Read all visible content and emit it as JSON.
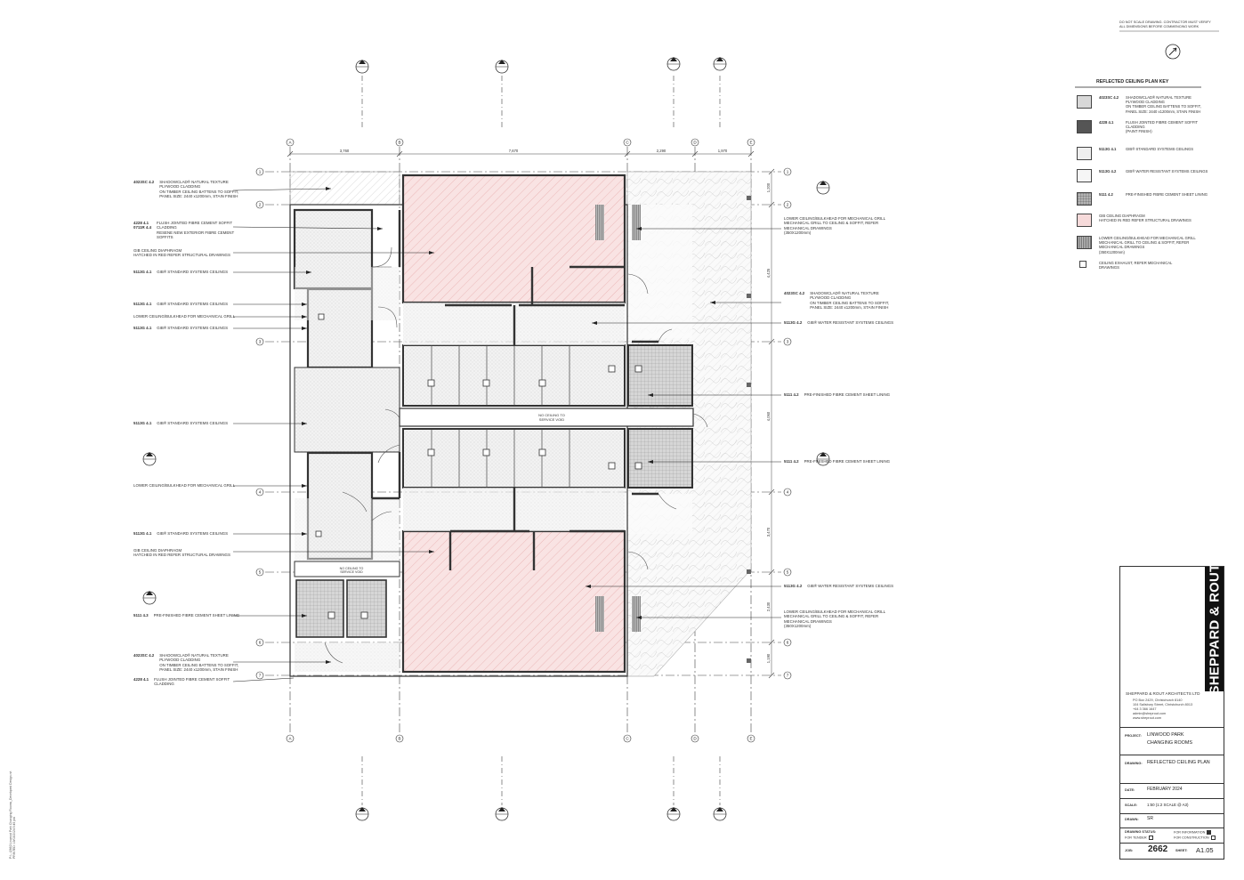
{
  "disclaimer": "DO NOT SCALE DRAWING. CONTRACTOR MUST VERIFY\nALL DIMENSIONS BEFORE COMMENCING WORK",
  "key": {
    "title": "REFLECTED CEILING PLAN KEY",
    "items": [
      {
        "code": "4023SC 4.2",
        "desc": "SHADOWCLAD® NATURAL TEXTURE\nPLYWOOD CLADDING\nON TIMBER CEILING BATTENS TO SOFFIT,\nPANEL SIZE: 2440 x1200mm, STAIN FINISH",
        "color": "#d8d8d8"
      },
      {
        "code": "4228 4.1",
        "desc": "FLUSH JOINTED FIBRE CEMENT SOFFIT\nCLADDING\n(PAINT FINISH)",
        "color": "#555555"
      },
      {
        "code": "5113G 4.1",
        "desc": "GIB® STANDARD SYSTEMS CEILINGS",
        "color": "#efefef"
      },
      {
        "code": "5113G 4.2",
        "desc": "GIB® WATER RESISTANT SYSTEMS CEILINGS",
        "color": "#f6f6f6"
      },
      {
        "code": "5111 4.2",
        "desc": "PRE-FINISHED FIBRE CEMENT SHEET LINING",
        "color": "#cfcfcf"
      },
      {
        "code": "",
        "desc": "GIB CEILING DIAPHRAGM\nHATCHED IN RED REFER STRUCTURAL DRAWINGS",
        "color": "#f6dada"
      },
      {
        "code": "",
        "desc": "LOWER CEILING/BULKHEAD FOR MECHANICAL GRILL\nMECHANICAL GRILL TO CEILING & SOFFIT, REFER\nMECHANICAL DRAWINGS\n(350X1200mm)",
        "color": "#999999"
      },
      {
        "code": "",
        "desc": "CEILING EXHAUST, REFER MECHANICAL\nDRAWINGS",
        "color": "#ffffff"
      }
    ]
  },
  "grid": {
    "cols": [
      "A",
      "B",
      "C",
      "D",
      "E"
    ],
    "rows": [
      "1",
      "2",
      "3",
      "4",
      "5",
      "6",
      "7"
    ],
    "top_dims": [
      "3,760",
      "7,670",
      "2,290",
      "1,970"
    ],
    "right_dims": [
      "1,200",
      "4,425",
      "4,060",
      "3,470",
      "2,430",
      "1,190"
    ]
  },
  "rooms": {
    "void1": "NO CEILING TO\nSERVICE VOID",
    "void2": "NO CEILING TO\nSERVICE VOID"
  },
  "left_notes": [
    {
      "code": "4023SC 4.2",
      "desc": "SHADOWCLAD® NATURAL TEXTURE\nPLYWOOD CLADDING\nON TIMBER CEILING BATTENS TO SOFFIT,\nPANEL SIZE: 2440 x1200mm, STAIN FINISH"
    },
    {
      "code": "4228 4.1\n0711R 4.4",
      "desc": "FLUSH JOINTED FIBRE CEMENT SOFFIT\nCLADDING\nRESENE NEW EXTERIOR FIBRE CEMENT\nSOFFITS"
    },
    {
      "code": "",
      "desc": "GIB CEILING DIAPHRAGM\nHATCHED IN RED REFER STRUCTURAL DRAWINGS"
    },
    {
      "code": "5113G 4.1",
      "desc": "GIB® STANDARD SYSTEMS CEILINGS"
    },
    {
      "code": "5113G 4.1",
      "desc": "GIB® STANDARD SYSTEMS CEILINGS"
    },
    {
      "code": "",
      "desc": "LOWER CEILING/BULKHEAD FOR MECHANICAL GRILL"
    },
    {
      "code": "5113G 4.1",
      "desc": "GIB® STANDARD SYSTEMS CEILINGS"
    },
    {
      "code": "5113G 4.1",
      "desc": "GIB® STANDARD SYSTEMS CEILINGS"
    },
    {
      "code": "",
      "desc": "LOWER CEILING/BULKHEAD FOR MECHANICAL GRILL"
    },
    {
      "code": "5113G 4.1",
      "desc": "GIB® STANDARD SYSTEMS CEILINGS"
    },
    {
      "code": "",
      "desc": "GIB CEILING DIAPHRAGM\nHATCHED IN RED REFER STRUCTURAL DRAWINGS"
    },
    {
      "code": "5111 4.3",
      "desc": "PRE-FINISHED FIBRE CEMENT SHEET LINING"
    },
    {
      "code": "4023SC 4.2",
      "desc": "SHADOWCLAD® NATURAL TEXTURE\nPLYWOOD CLADDING\nON TIMBER CEILING BATTENS TO SOFFIT,\nPANEL SIZE: 2440 x1200mm, STAIN FINISH"
    },
    {
      "code": "4228 4.1",
      "desc": "FLUSH JOINTED FIBRE CEMENT SOFFIT\nCLADDING"
    }
  ],
  "right_notes": [
    {
      "code": "",
      "desc": "LOWER CEILING/BULKHEAD FOR MECHANICAL GRILL\nMECHANICAL GRILL TO CEILING & SOFFIT, REFER\nMECHANICAL DRAWINGS\n(350X1200mm)"
    },
    {
      "code": "4023SC 4.2",
      "desc": "SHADOWCLAD® NATURAL TEXTURE\nPLYWOOD CLADDING\nON TIMBER CEILING BATTENS TO SOFFIT,\nPANEL SIZE: 2440 x1200mm, STAIN FINISH"
    },
    {
      "code": "5113G 4.2",
      "desc": "GIB® WATER RESISTANT SYSTEMS CEILINGS"
    },
    {
      "code": "5111 4.2",
      "desc": "PRE-FINISHED FIBRE CEMENT SHEET LINING"
    },
    {
      "code": "5111 4.2",
      "desc": "PRE-FINISHED FIBRE CEMENT SHEET LINING"
    },
    {
      "code": "5113G 4.2",
      "desc": "GIB® WATER RESISTANT SYSTEMS CEILINGS"
    },
    {
      "code": "",
      "desc": "LOWER CEILING/BULKHEAD FOR MECHANICAL GRILL\nMECHANICAL GRILL TO CEILING & SOFFIT, REFER\nMECHANICAL DRAWINGS\n(350X1200mm)"
    }
  ],
  "title_block": {
    "brand": "SHEPPARD & ROUT",
    "firm": "SHEPPARD & ROUT ARCHITECTS LTD",
    "address": "PO Box 2429, Christchurch 8140\n104 Salisbury Street, Christchurch 8013\n+64 3 366 1647\nadmin@sheprout.com\nwww.sheprout.com",
    "project_label": "PROJECT:",
    "project": "LINWOOD PARK\nCHANGING ROOMS",
    "drawing_label": "DRAWING:",
    "drawing": "REFLECTED CEILING PLAN",
    "date_label": "DATE:",
    "date": "FEBRUARY 2024",
    "scale_label": "SCALE:",
    "scale": "1:50 (1:2 SCALE @ A3)",
    "drawn_label": "DRAWN:",
    "drawn": "SR",
    "status_label": "DRAWING STATUS:",
    "for_information": "FOR INFORMATION",
    "for_tender": "FOR TENDER",
    "for_construction": "FOR CONSTRUCTION",
    "job_label": "JOB:",
    "job": "2662",
    "sheet_label": "SHEET:",
    "sheet": "A1.05"
  },
  "colors": {
    "diaphragm": "#f6dada",
    "wall": "#333333",
    "hatch": "#bbbbbb"
  },
  "side_stamp": "P:\\...\\2662 Linwood Park Changing Rooms_Developed Design.rvt\nPRINTED: 19/02/2024 5:45 pm"
}
